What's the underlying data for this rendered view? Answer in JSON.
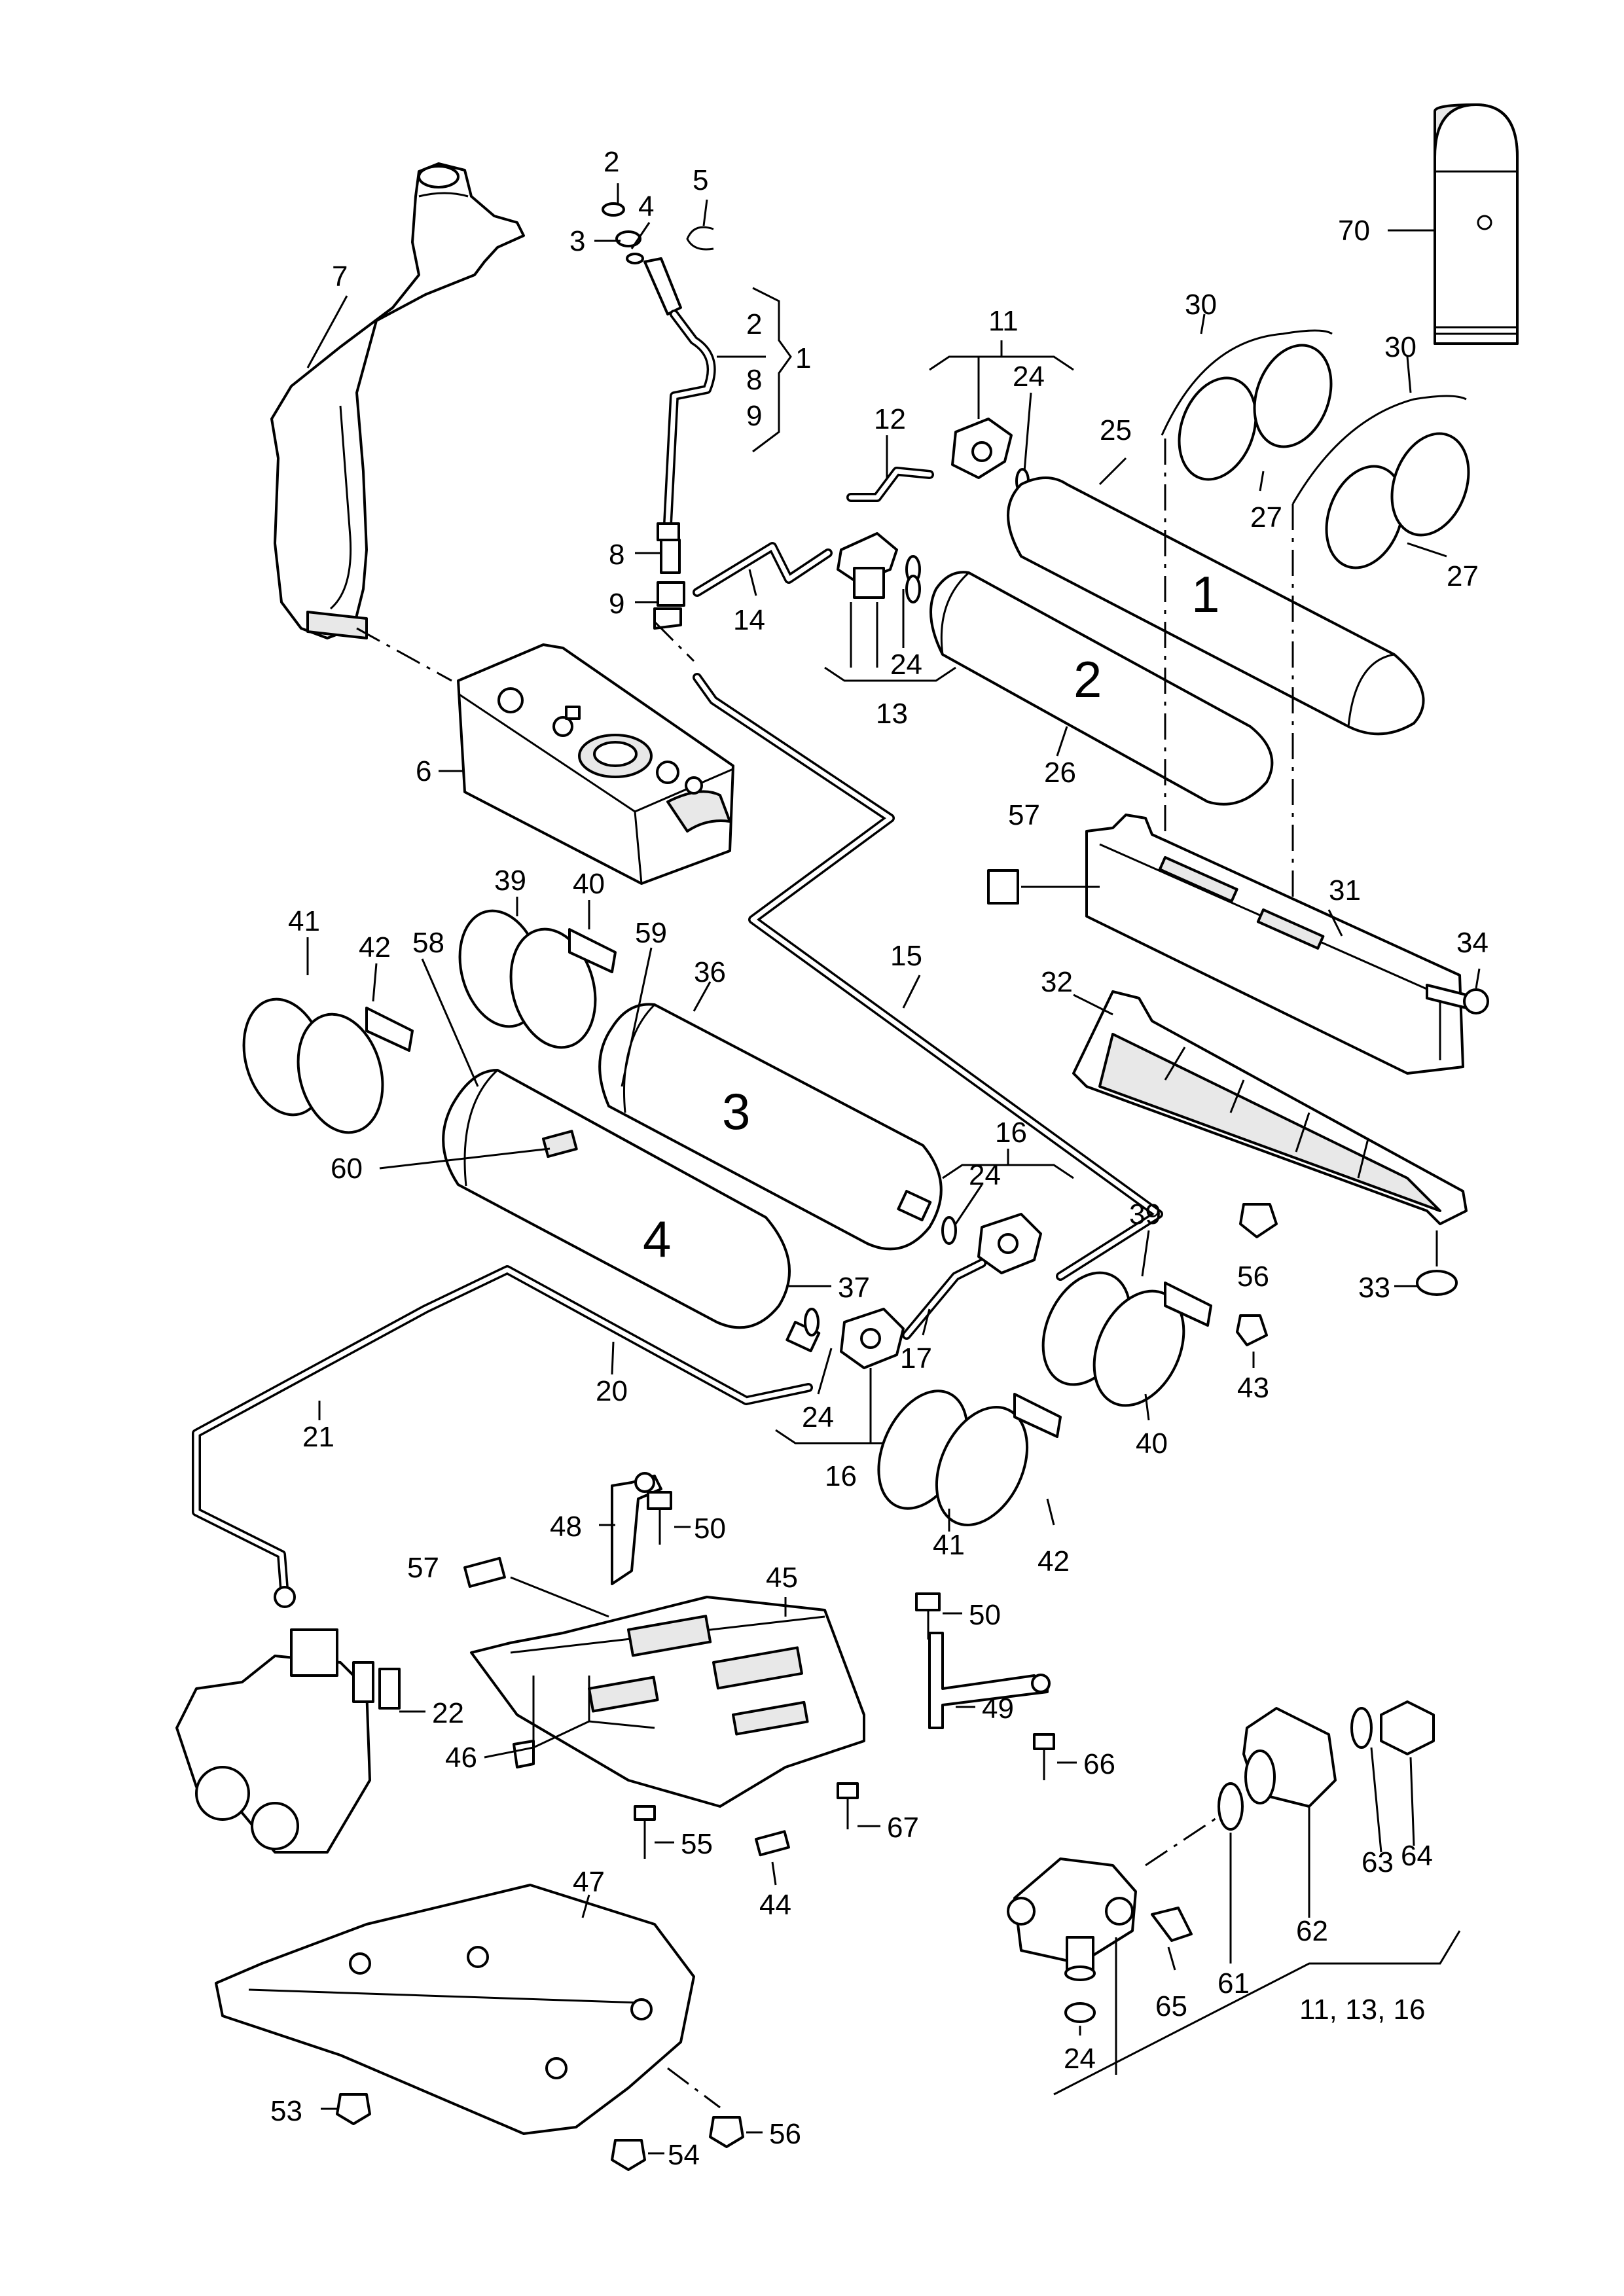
{
  "diagram": {
    "assembly_labels": [
      "1",
      "2",
      "3",
      "4"
    ],
    "callouts": {
      "c1": "1",
      "c2a": "2",
      "c2b": "2",
      "c3": "3",
      "c4": "4",
      "c5": "5",
      "c6": "6",
      "c7": "7",
      "c8a": "8",
      "c8b": "8",
      "c9a": "9",
      "c9b": "9",
      "c11": "11",
      "c12": "12",
      "c13": "13",
      "c14": "14",
      "c15": "15",
      "c16a": "16",
      "c16b": "16",
      "c17": "17",
      "c20": "20",
      "c21": "21",
      "c22": "22",
      "c24a": "24",
      "c24b": "24",
      "c24c": "24",
      "c24d": "24",
      "c24e": "24",
      "c25": "25",
      "c26": "26",
      "c27a": "27",
      "c27b": "27",
      "c30a": "30",
      "c30b": "30",
      "c31": "31",
      "c32": "32",
      "c33": "33",
      "c34": "34",
      "c36": "36",
      "c37": "37",
      "c39a": "39",
      "c39b": "39",
      "c40a": "40",
      "c40b": "40",
      "c41a": "41",
      "c41b": "41",
      "c42a": "42",
      "c42b": "42",
      "c43": "43",
      "c44": "44",
      "c45": "45",
      "c46": "46",
      "c47": "47",
      "c48": "48",
      "c49": "49",
      "c50a": "50",
      "c50b": "50",
      "c53": "53",
      "c54": "54",
      "c55": "55",
      "c56a": "56",
      "c56b": "56",
      "c57a": "57",
      "c57b": "57",
      "c58": "58",
      "c59": "59",
      "c60": "60",
      "c61": "61",
      "c62": "62",
      "c63": "63",
      "c64": "64",
      "c65": "65",
      "c66": "66",
      "c67": "67",
      "c70": "70",
      "group_valves": "11, 13, 16"
    }
  }
}
